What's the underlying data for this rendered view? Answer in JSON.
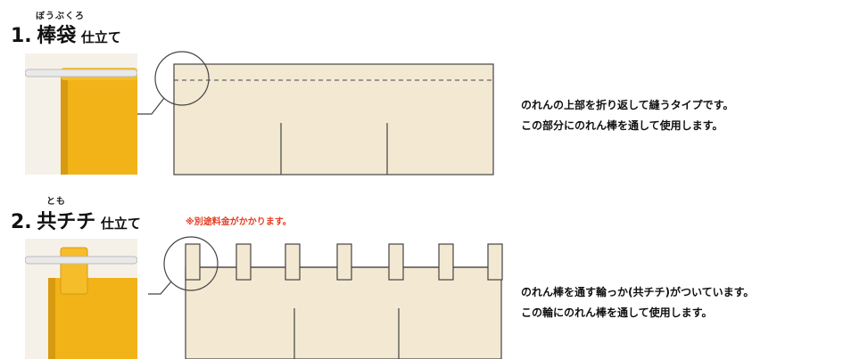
{
  "section1": {
    "ruby": "ぼうぶくろ",
    "number": "1.",
    "title": "棒袋",
    "suffix": "仕立て",
    "desc_line1": "のれんの上部を折り返して縫うタイプです。",
    "desc_line2": "この部分にのれん棒を通して使用します。"
  },
  "section2": {
    "ruby": "とも",
    "number": "2.",
    "title": "共チチ",
    "suffix": "仕立て",
    "note": "※別途料金がかかります。",
    "desc_line1": "のれん棒を通す輪っか(共チチ)がついています。",
    "desc_line2": "この輪にのれん棒を通して使用します。"
  },
  "colors": {
    "noren_fill": "#f3e8d2",
    "line": "#444444",
    "fabric": "#f2b318",
    "note": "#e53a1f"
  }
}
